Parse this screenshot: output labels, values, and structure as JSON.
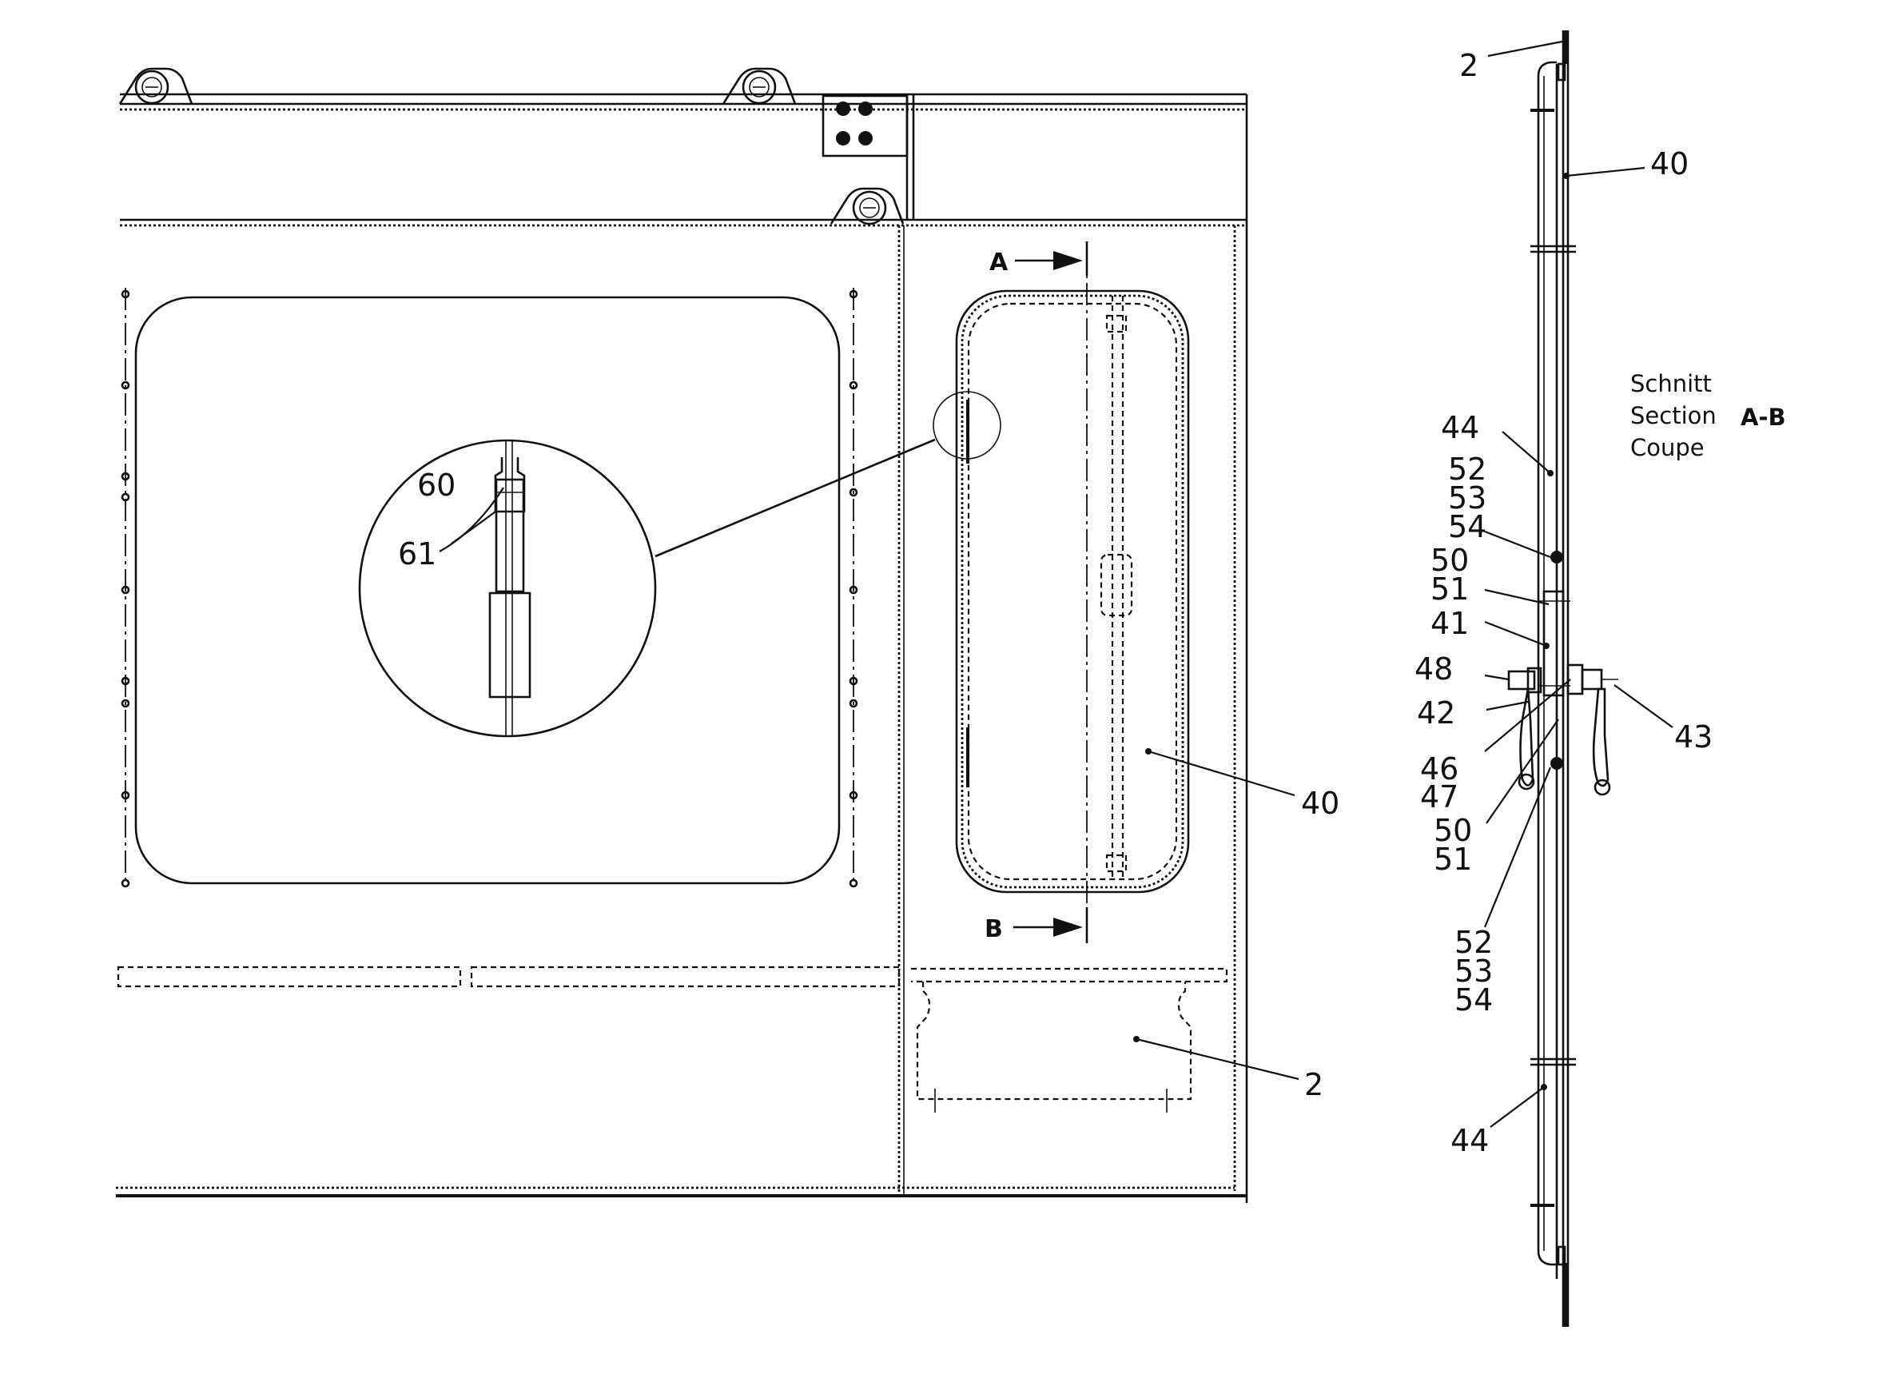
{
  "section": {
    "line1": "Schnitt",
    "line2": "Section",
    "line3": "Coupe",
    "id": "A-B"
  },
  "cut_markers": {
    "a": "A",
    "b": "B"
  },
  "labels": {
    "front_40": "40",
    "front_2": "2",
    "detail_60": "60",
    "detail_61": "61",
    "side_2": "2",
    "side_40": "40",
    "side_44_top": "44",
    "side_52_top": "52",
    "side_53_top": "53",
    "side_54_top": "54",
    "side_50_top": "50",
    "side_51_top": "51",
    "side_41": "41",
    "side_48": "48",
    "side_42": "42",
    "side_43": "43",
    "side_46": "46",
    "side_47": "47",
    "side_50_bottom": "50",
    "side_51_bottom": "51",
    "side_52_bottom": "52",
    "side_53_bottom": "53",
    "side_54_bottom": "54",
    "side_44_bottom": "44"
  }
}
